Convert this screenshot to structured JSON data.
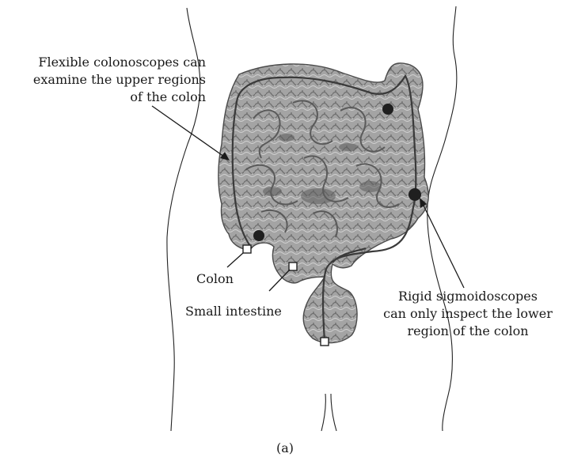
{
  "labels": {
    "flexible_line1": "Flexible colonoscopes can",
    "flexible_line2": "examine the upper regions",
    "flexible_line3": "of the colon",
    "colon": "Colon",
    "small_intestine": "Small intestine",
    "rigid_line1": "Rigid sigmoidoscopes",
    "rigid_line2": "can only inspect the lower",
    "rigid_line3": "region of the colon",
    "panel": "(a)"
  },
  "colors": {
    "ink": "#1a1a1a",
    "tissue": "#a4a4a4",
    "tissue_dark": "#6a6a6a",
    "tissue_light": "#cfcfcf",
    "scope_line": "#3a3a3a",
    "marker_fill": "#ffffff"
  }
}
